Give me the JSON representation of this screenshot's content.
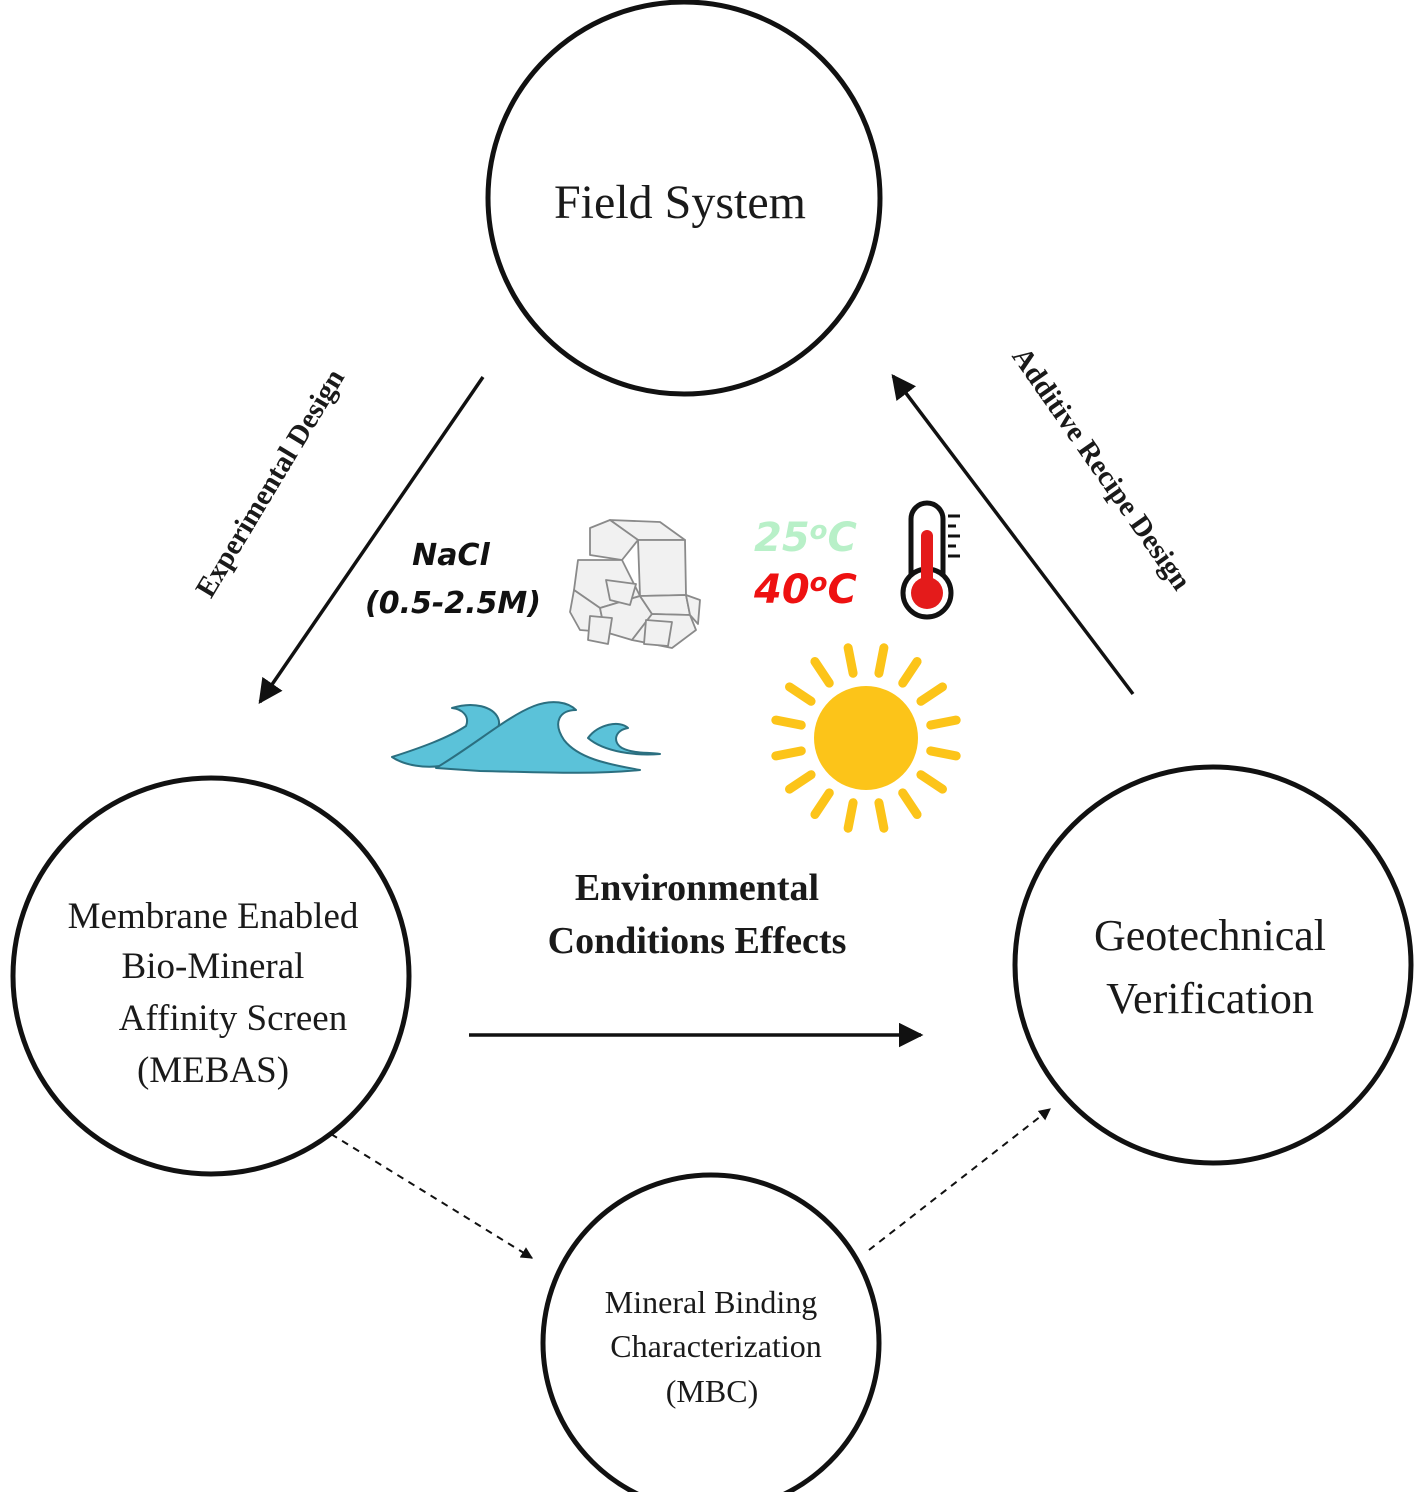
{
  "nodes": {
    "field_system": {
      "label": "Field System"
    },
    "mebas": {
      "lines": [
        "Membrane Enabled",
        "Bio-Mineral",
        "Affinity Screen",
        "(MEBAS)"
      ]
    },
    "geotechnical": {
      "lines": [
        "Geotechnical",
        "Verification"
      ]
    },
    "mbc": {
      "lines": [
        "Mineral Binding",
        "Characterization",
        "(MBC)"
      ]
    }
  },
  "edges": {
    "experimental_design": "Experimental Design",
    "additive_recipe_design": "Additive Recipe Design"
  },
  "center": {
    "title_lines": [
      "Environmental",
      "Conditions Effects"
    ],
    "nacl_label": "NaCl",
    "nacl_range": "(0.5-2.5M)",
    "temp_low": {
      "value": "25",
      "unit": "C",
      "degree": "o"
    },
    "temp_high": {
      "value": "40",
      "unit": "C",
      "degree": "o"
    }
  },
  "icons": {
    "salt": "salt-crystal-icon",
    "thermometer": "thermometer-icon",
    "waves": "waves-icon",
    "sun": "sun-icon"
  },
  "colors": {
    "temp_low": "#b8f0c8",
    "temp_high": "#ee1111",
    "wave": "#5bc2d9",
    "sun": "#fcc419",
    "thermo_red": "#e41b1b"
  }
}
